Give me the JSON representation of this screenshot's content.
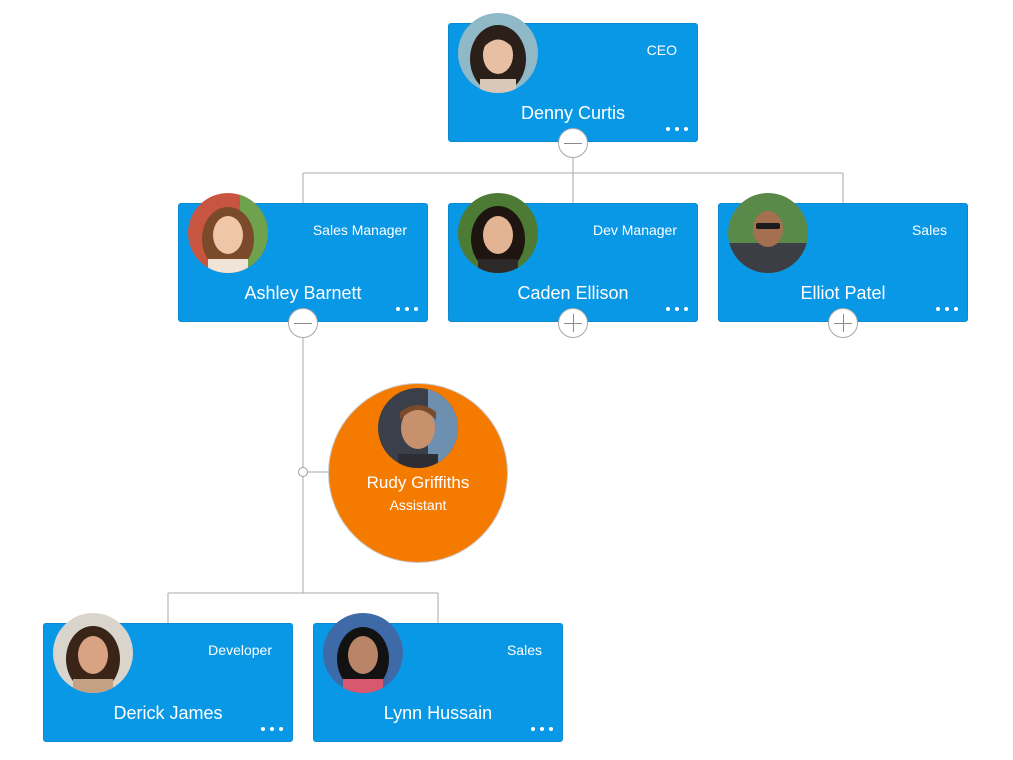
{
  "colors": {
    "node": "#0998e6",
    "assistant": "#f57a00",
    "connector": "#a8a8a8"
  },
  "nodes": [
    {
      "name": "Denny Curtis",
      "title": "CEO",
      "more_icon": "more-dots-icon",
      "toggle": "collapse"
    },
    {
      "name": "Ashley Barnett",
      "title": "Sales Manager",
      "more_icon": "more-dots-icon",
      "toggle": "collapse"
    },
    {
      "name": "Caden Ellison",
      "title": "Dev Manager",
      "more_icon": "more-dots-icon",
      "toggle": "expand"
    },
    {
      "name": "Elliot Patel",
      "title": "Sales",
      "more_icon": "more-dots-icon",
      "toggle": "expand"
    },
    {
      "name": "Derick James",
      "title": "Developer",
      "more_icon": "more-dots-icon"
    },
    {
      "name": "Lynn Hussain",
      "title": "Sales",
      "more_icon": "more-dots-icon"
    }
  ],
  "assistant": {
    "name": "Rudy Griffiths",
    "title": "Assistant"
  }
}
